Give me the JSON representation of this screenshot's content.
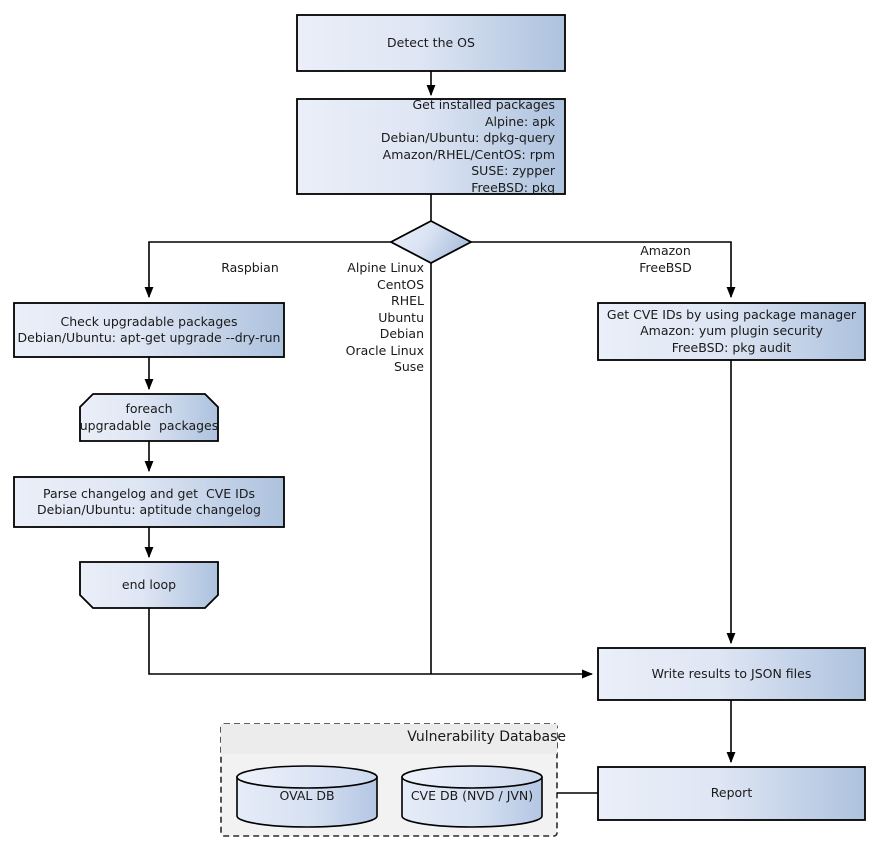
{
  "diagram": {
    "title": "Vuls scan workflow flowchart",
    "background": "#ffffff",
    "palette": {
      "node_fill_light": "#e9eef8",
      "node_fill_dark": "#aec2de",
      "node_stroke": "#000000",
      "group_fill": "#f2f2f2",
      "group_stroke": "#333333",
      "cylinder_fill_light": "#dfe7f5",
      "cylinder_fill_dark": "#b7c8e4",
      "line": "#000000",
      "text": "#1a1a1a"
    },
    "nodes": {
      "detect_os": {
        "label": "Detect the OS",
        "shape": "rect",
        "align": "center"
      },
      "get_installed_packages": {
        "label": "Get installed packages\nAlpine: apk\nDebian/Ubuntu: dpkg-query\nAmazon/RHEL/CentOS: rpm\nSUSE: zypper\nFreeBSD: pkg",
        "shape": "rect",
        "align": "right"
      },
      "os_decision": {
        "label": "",
        "shape": "diamond",
        "align": "center"
      },
      "check_upgradable": {
        "label": "Check upgradable packages\nDebian/Ubuntu: apt-get upgrade --dry-run",
        "shape": "rect",
        "align": "center"
      },
      "foreach_loop": {
        "label": "foreach\nupgradable  packages",
        "shape": "loop-start",
        "align": "center"
      },
      "parse_changelog": {
        "label": "Parse changelog and get  CVE IDs\nDebian/Ubuntu: aptitude changelog",
        "shape": "rect",
        "align": "center"
      },
      "end_loop": {
        "label": "end loop",
        "shape": "loop-end",
        "align": "center"
      },
      "get_cve_ids": {
        "label": "Get CVE IDs by using package manager\nAmazon: yum plugin security\nFreeBSD: pkg audit",
        "shape": "rect",
        "align": "center"
      },
      "write_results": {
        "label": "Write results to JSON files",
        "shape": "rect",
        "align": "center"
      },
      "report": {
        "label": "Report",
        "shape": "rect",
        "align": "center"
      },
      "oval_db": {
        "label": "OVAL DB",
        "shape": "cylinder",
        "align": "center"
      },
      "cve_db": {
        "label": "CVE DB (NVD / JVN)",
        "shape": "cylinder",
        "align": "center"
      }
    },
    "groups": {
      "vulnerability_database": {
        "title": "Vulnerability Database",
        "style": "dashed"
      }
    },
    "edge_labels": {
      "raspbian": "Raspbian",
      "middle_os_list": "Alpine Linux\nCentOS\nRHEL\nUbuntu\nDebian\nOracle Linux\nSuse",
      "amazon_freebsd": "Amazon\nFreeBSD"
    }
  }
}
